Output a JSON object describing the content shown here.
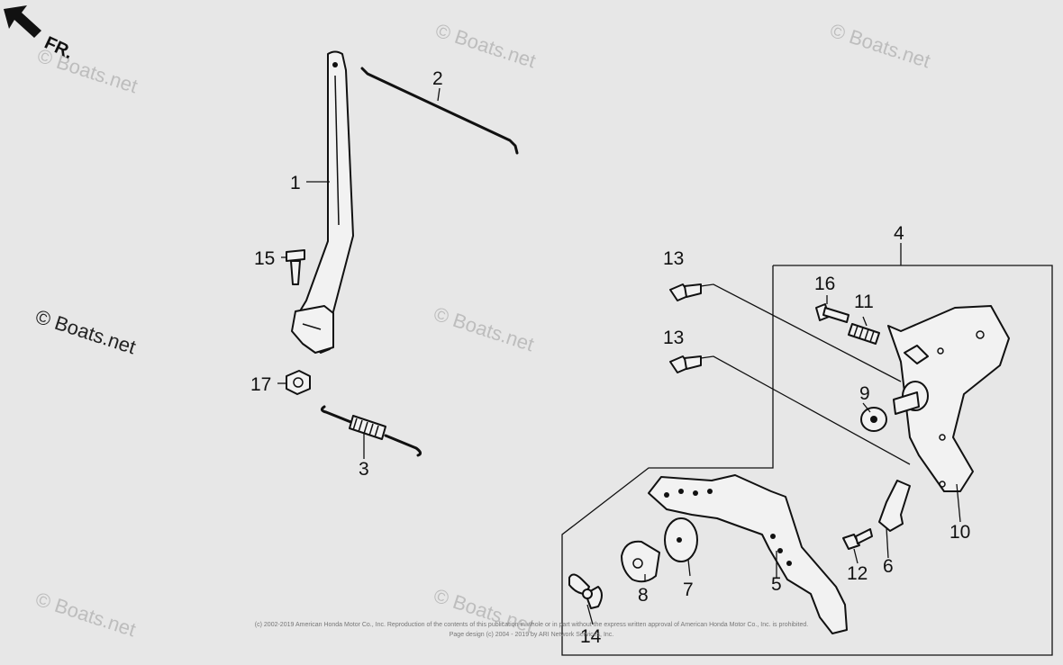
{
  "direction_label": "FR.",
  "watermarks": [
    "© Boats.net",
    "© Boats.net",
    "© Boats.net",
    "© Boats.net",
    "© Boats.net",
    "© Boats.net",
    "© Boats.net"
  ],
  "callouts": {
    "p1": "1",
    "p2": "2",
    "p3": "3",
    "p4": "4",
    "p5": "5",
    "p6": "6",
    "p7": "7",
    "p8": "8",
    "p9": "9",
    "p10": "10",
    "p11": "11",
    "p12": "12",
    "p13a": "13",
    "p13b": "13",
    "p14": "14",
    "p15": "15",
    "p16": "16",
    "p17": "17"
  },
  "copyright": {
    "line1": "(c) 2002-2019 American Honda Motor Co., Inc. Reproduction of the contents of this publication in whole or in part without the express written approval of American Honda Motor Co., Inc. is prohibited.",
    "line2": "Page design (c) 2004 - 2019 by ARI Network Services, Inc."
  }
}
